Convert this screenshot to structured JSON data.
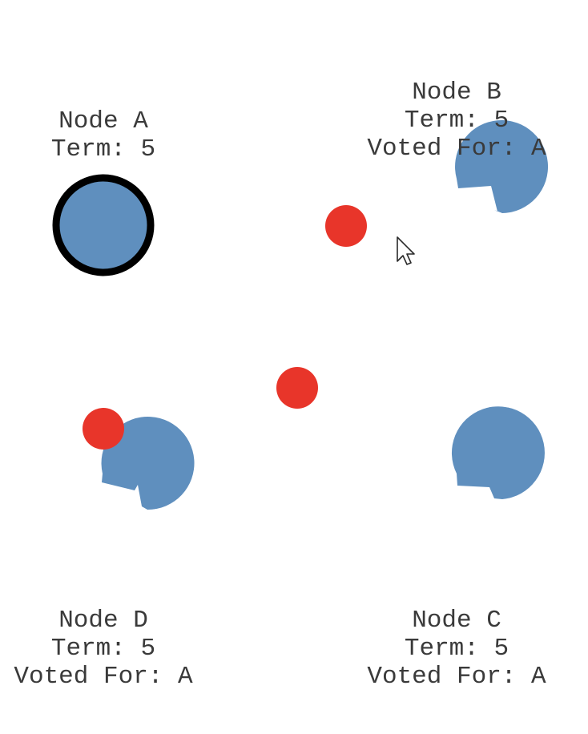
{
  "colors": {
    "node_fill": "#5f8fbe",
    "leader_ring": "#000000",
    "message": "#e8352a",
    "text": "#3a3a3a",
    "background": "#ffffff"
  },
  "nodes": {
    "a": {
      "name": "Node A",
      "term": "Term: 5",
      "voted_for": "",
      "role": "leader"
    },
    "b": {
      "name": "Node B",
      "term": "Term: 5",
      "voted_for": "Voted For: A",
      "role": "follower"
    },
    "c": {
      "name": "Node C",
      "term": "Term: 5",
      "voted_for": "Voted For: A",
      "role": "follower"
    },
    "d": {
      "name": "Node D",
      "term": "Term: 5",
      "voted_for": "Voted For: A",
      "role": "follower"
    }
  },
  "cursor": {
    "icon": "pointer-cursor-icon"
  }
}
